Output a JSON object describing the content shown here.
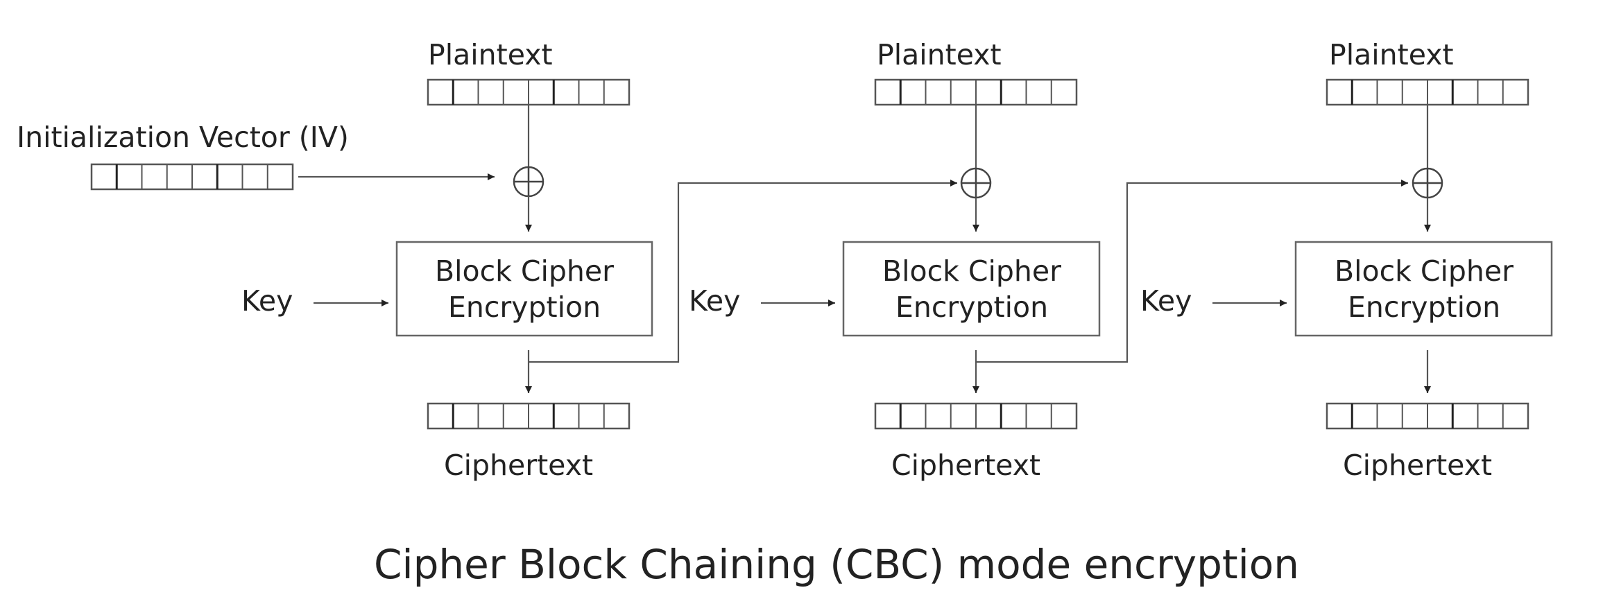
{
  "diagram": {
    "caption": "Cipher Block Chaining (CBC) mode encryption",
    "iv_label": "Initialization Vector (IV)",
    "stages": [
      {
        "plaintext_label": "Plaintext",
        "key_label": "Key",
        "cipher_line1": "Block Cipher",
        "cipher_line2": "Encryption",
        "ciphertext_label": "Ciphertext"
      },
      {
        "plaintext_label": "Plaintext",
        "key_label": "Key",
        "cipher_line1": "Block Cipher",
        "cipher_line2": "Encryption",
        "ciphertext_label": "Ciphertext"
      },
      {
        "plaintext_label": "Plaintext",
        "key_label": "Key",
        "cipher_line1": "Block Cipher",
        "cipher_line2": "Encryption",
        "ciphertext_label": "Ciphertext"
      }
    ],
    "register_cells": 8,
    "line_color": "#555555",
    "text_color": "#222222"
  }
}
